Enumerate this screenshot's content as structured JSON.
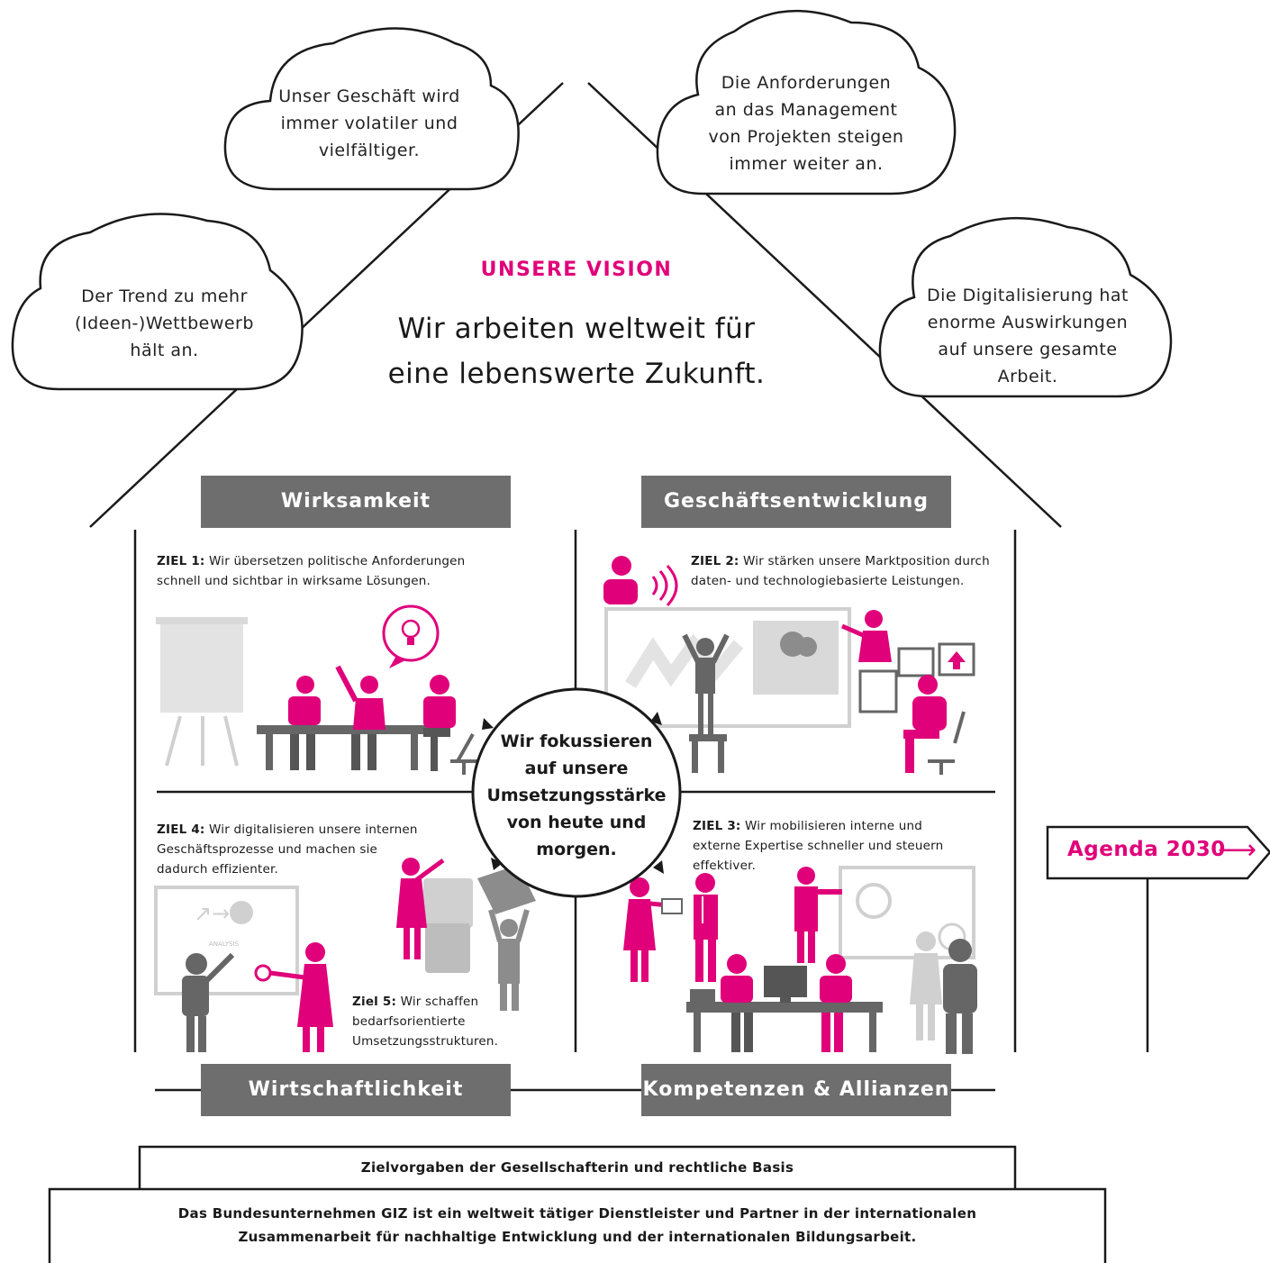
{
  "clouds": {
    "top_left": "Unser Geschäft wird\nimmer volatiler und\nvielfältiger.",
    "top_right": "Die Anforderungen\nan das Management\nvon Projekten steigen\nimmer weiter an.",
    "mid_left": "Der Trend zu mehr\n(Ideen-)Wettbewerb\nhält an.",
    "mid_right": "Die Digitalisierung hat\nenorme Auswirkungen\nauf unsere gesamte\nArbeit."
  },
  "vision": {
    "label": "UNSERE VISION",
    "text": "Wir arbeiten weltweit für\neine lebenswerte Zukunft."
  },
  "pillars": {
    "top_left": "Wirksamkeit",
    "top_right": "Geschäftsentwicklung",
    "bottom_left": "Wirtschaftlichkeit",
    "bottom_right": "Kompetenzen & Allianzen"
  },
  "goals": {
    "g1_label": "ZIEL 1:",
    "g1_text": " Wir übersetzen politische Anforderungen schnell und sichtbar in wirksame Lösungen.",
    "g2_label": "ZIEL 2:",
    "g2_text": " Wir stärken unsere Marktposition durch daten- und technologiebasierte Leistungen.",
    "g3_label": "ZIEL 3:",
    "g3_text": " Wir mobilisieren interne und externe Expertise schneller und steuern effektiver.",
    "g4_label": "ZIEL 4:",
    "g4_text": " Wir digitalisieren unsere internen Geschäftsprozesse und machen sie dadurch effizienter.",
    "g5_label": "Ziel 5:",
    "g5_text": " Wir schaffen bedarfsorientierte Umsetzungsstrukturen."
  },
  "center": "Wir fokussieren\nauf unsere\nUmsetzungsstärke\nvon heute und\nmorgen.",
  "agenda": {
    "label": "Agenda 2030",
    "arrow": "⟶"
  },
  "illustration_text": {
    "analysis": "ANALYSIS"
  },
  "foundation": {
    "line1": "Zielvorgaben der Gesellschafterin und rechtliche Basis",
    "line2a": "Das Bundesunternehmen GIZ ist ein weltweit tätiger Dienstleister und Partner in der internationalen",
    "line2b": "Zusammenarbeit für nachhaltige Entwicklung und der internationalen Bildungsarbeit."
  },
  "colors": {
    "accent": "#e0007a",
    "pillar": "#6e6e6e",
    "gray_light": "#d9d9d9",
    "gray_mid": "#8c8c8c",
    "gray_dark": "#666666",
    "line": "#1a1a1a"
  }
}
